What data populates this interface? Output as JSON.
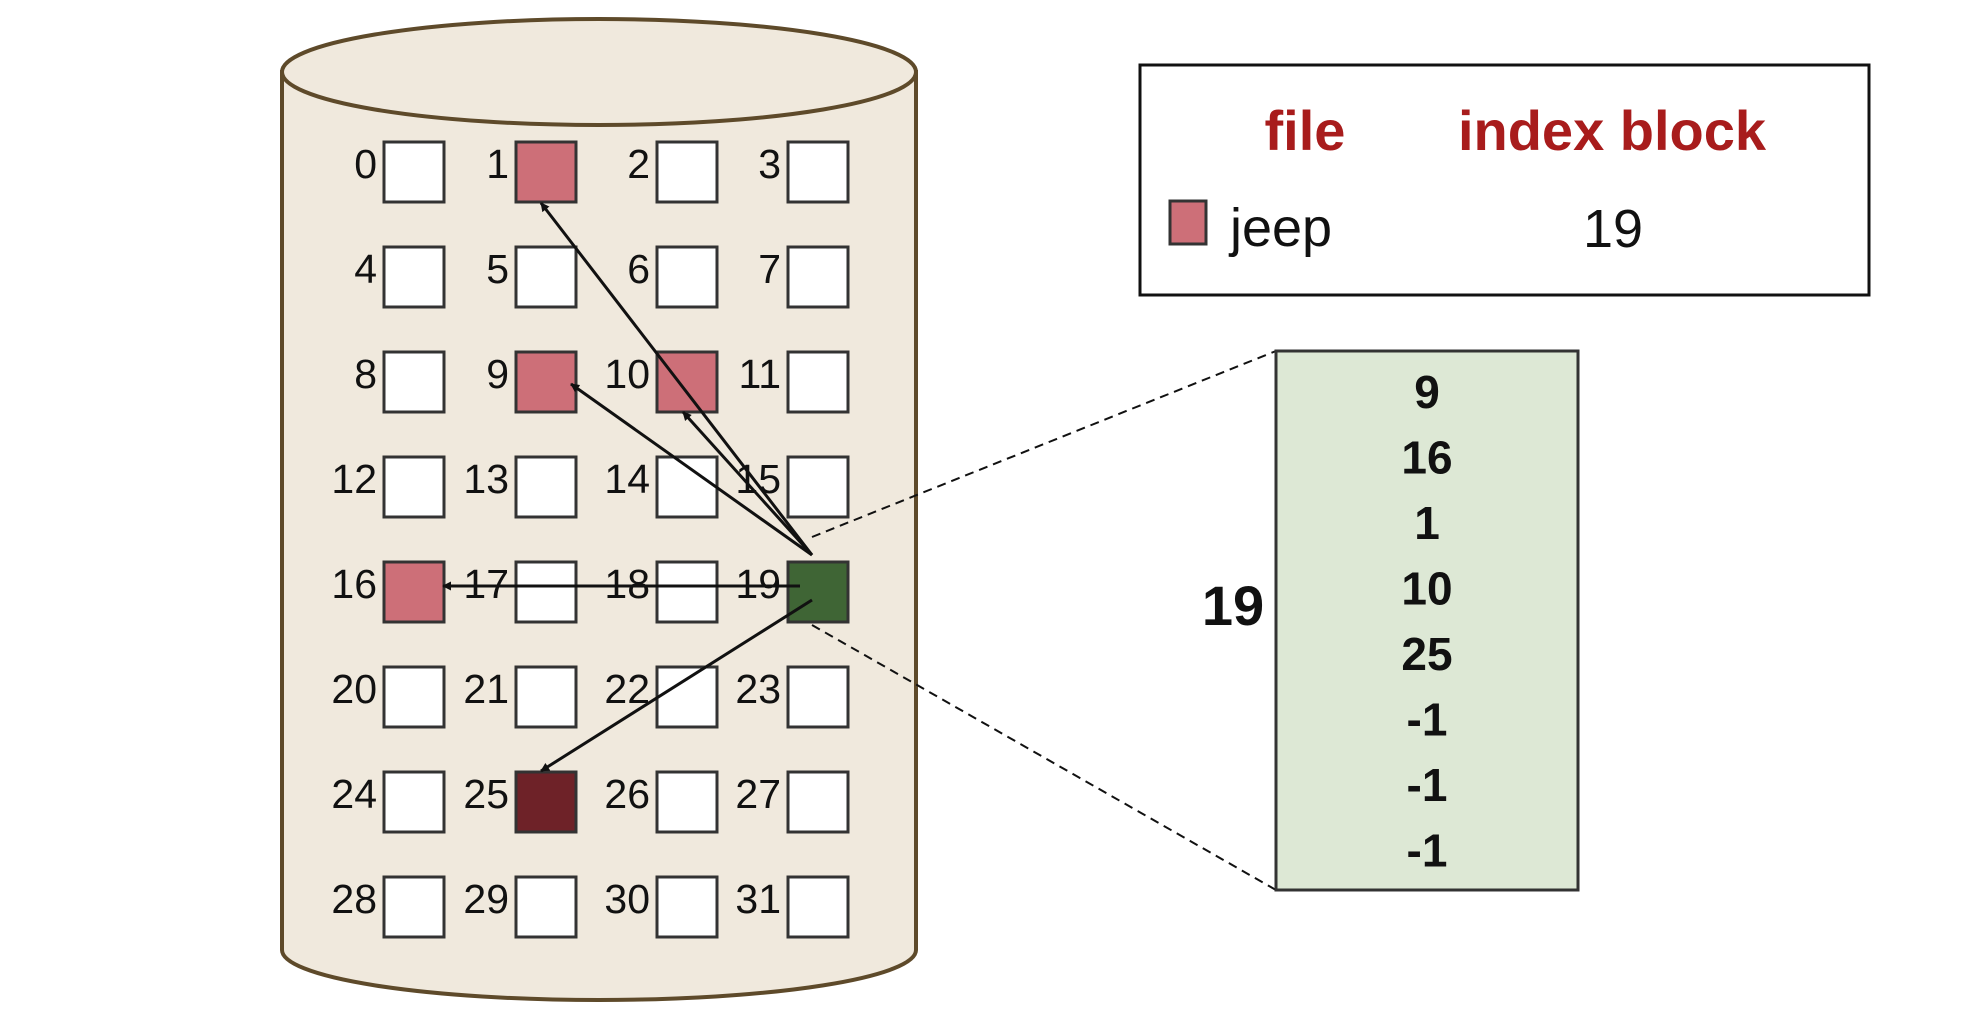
{
  "disk": {
    "blocks": [
      {
        "n": "0",
        "state": "free"
      },
      {
        "n": "1",
        "state": "used"
      },
      {
        "n": "2",
        "state": "free"
      },
      {
        "n": "3",
        "state": "free"
      },
      {
        "n": "4",
        "state": "free"
      },
      {
        "n": "5",
        "state": "free"
      },
      {
        "n": "6",
        "state": "free"
      },
      {
        "n": "7",
        "state": "free"
      },
      {
        "n": "8",
        "state": "free"
      },
      {
        "n": "9",
        "state": "used"
      },
      {
        "n": "10",
        "state": "used"
      },
      {
        "n": "11",
        "state": "free"
      },
      {
        "n": "12",
        "state": "free"
      },
      {
        "n": "13",
        "state": "free"
      },
      {
        "n": "14",
        "state": "free"
      },
      {
        "n": "15",
        "state": "free"
      },
      {
        "n": "16",
        "state": "used"
      },
      {
        "n": "17",
        "state": "free"
      },
      {
        "n": "18",
        "state": "free"
      },
      {
        "n": "19",
        "state": "index"
      },
      {
        "n": "20",
        "state": "free"
      },
      {
        "n": "21",
        "state": "free"
      },
      {
        "n": "22",
        "state": "free"
      },
      {
        "n": "23",
        "state": "free"
      },
      {
        "n": "24",
        "state": "free"
      },
      {
        "n": "25",
        "state": "last"
      },
      {
        "n": "26",
        "state": "free"
      },
      {
        "n": "27",
        "state": "free"
      },
      {
        "n": "28",
        "state": "free"
      },
      {
        "n": "29",
        "state": "free"
      },
      {
        "n": "30",
        "state": "free"
      },
      {
        "n": "31",
        "state": "free"
      }
    ],
    "pointers": [
      1,
      9,
      10,
      16,
      25
    ],
    "colors": {
      "cylinder_fill": "#f0e9dd",
      "cylinder_stroke": "#5e4a2a",
      "free": "#ffffff",
      "used": "#cd6f78",
      "index": "#3f6535",
      "last": "#6e2228",
      "index_panel": "#dde8d5"
    }
  },
  "directory": {
    "header_file": "file",
    "header_index": "index block",
    "entry_name": "jeep",
    "entry_index": "19"
  },
  "index_block": {
    "label": "19",
    "values": [
      "9",
      "16",
      "1",
      "10",
      "25",
      "-1",
      "-1",
      "-1"
    ]
  }
}
